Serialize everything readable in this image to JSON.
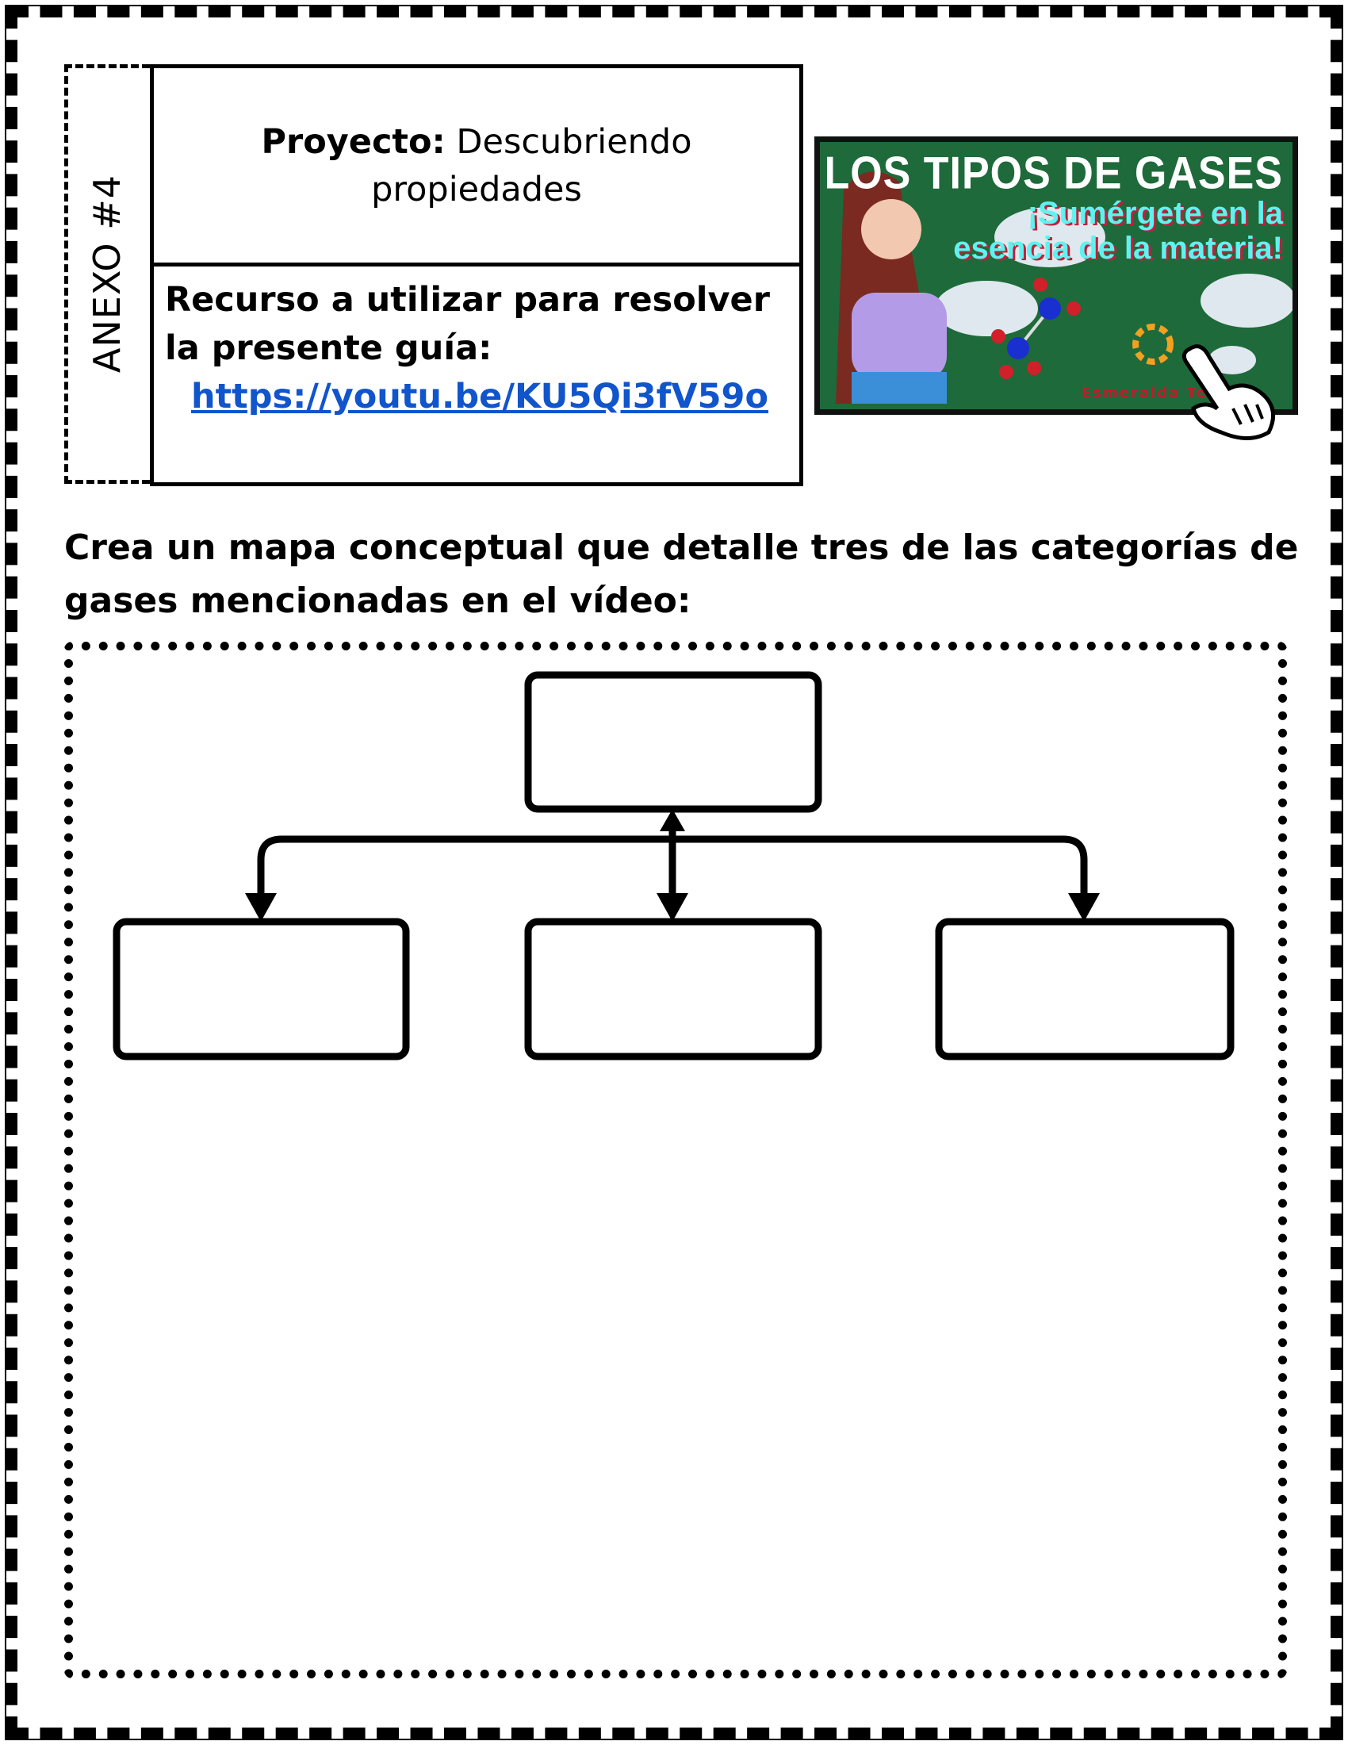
{
  "annex": {
    "label": "ANEXO #4"
  },
  "header": {
    "project_label": "Proyecto",
    "project_sep": ":",
    "project_name": "Descubriendo propiedades",
    "resource_text": "Recurso a utilizar para resolver la presente guía:",
    "resource_link": "https://youtu.be/KU5Qi3fV59o",
    "link_color": "#1155cc"
  },
  "thumbnail": {
    "title": "LOS TIPOS DE GASES",
    "subtitle_line1": "¡Sumérgete en la",
    "subtitle_line2": "esencia de la materia!",
    "author": "Esmeralda Te...a",
    "icon": "pointing-hand-icon"
  },
  "instruction": "Crea un mapa conceptual que detalle tres de las categorías de gases mencionadas en el vídeo:",
  "concept_map": {
    "top_boxes": 1,
    "child_boxes": 3
  }
}
